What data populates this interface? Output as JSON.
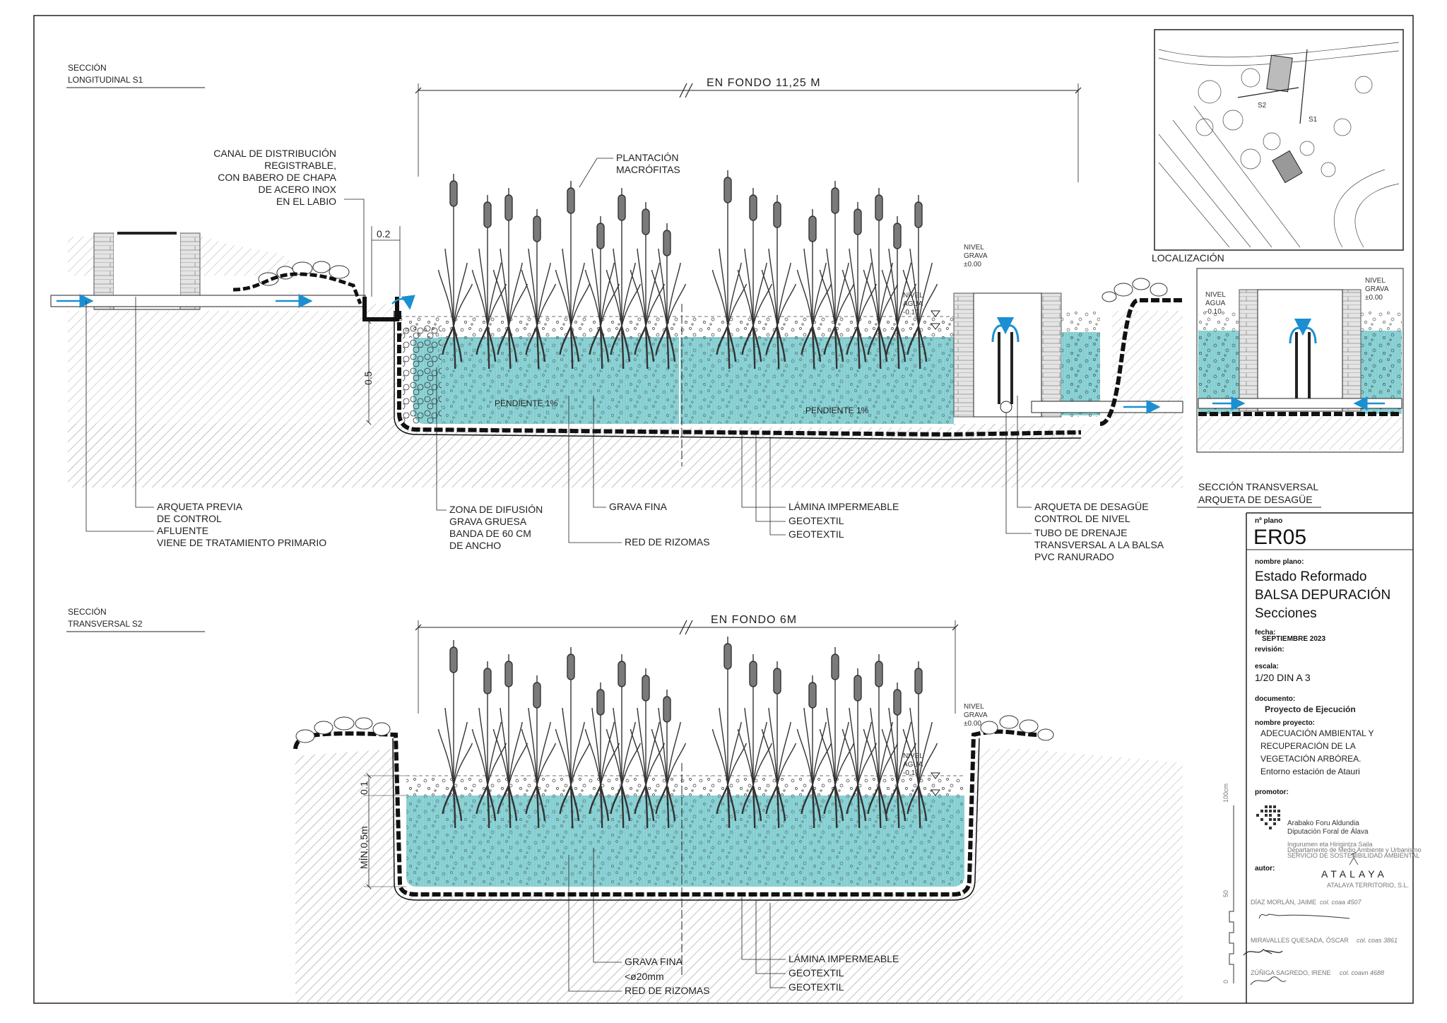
{
  "section1": {
    "title_line1": "SECCIÓN",
    "title_line2": "LONGITUDINAL S1",
    "dimension": "EN FONDO 11,25  M",
    "dim_02": "0.2",
    "dim_05": "0.5",
    "slope1": "PENDIENTE 1%",
    "slope2": "PENDIENTE 1%",
    "nivel_grava": [
      "NIVEL",
      "GRAVA",
      "±0.00"
    ],
    "nivel_agua": [
      "NIVEL",
      "AGUA",
      "-0.10"
    ],
    "labels": {
      "canal": [
        "CANAL DE DISTRIBUCIÓN",
        "REGISTRABLE,",
        "CON BABERO DE CHAPA",
        "DE ACERO INOX",
        "EN EL LABIO"
      ],
      "plantacion": [
        "PLANTACIÓN",
        "MACRÓFITAS"
      ],
      "arqueta_previa": [
        "ARQUETA PREVIA",
        "DE CONTROL"
      ],
      "afluente": [
        "AFLUENTE",
        "VIENE DE TRATAMIENTO PRIMARIO"
      ],
      "zona_difusion": [
        "ZONA DE DIFUSIÓN",
        "GRAVA GRUESA",
        "BANDA DE 60 CM",
        "DE ANCHO"
      ],
      "grava_fina": "GRAVA FINA",
      "red_rizomas": "RED DE RIZOMAS",
      "lamina": "LÁMINA IMPERMEABLE",
      "geotextil1": "GEOTEXTIL",
      "geotextil2": "GEOTEXTIL",
      "arqueta_desague": [
        "ARQUETA DE DESAGÜE",
        "CONTROL DE NIVEL"
      ],
      "tubo": [
        "TUBO DE DRENAJE",
        "TRANSVERSAL A LA BALSA",
        "PVC RANURADO"
      ]
    }
  },
  "section2": {
    "title_line1": "SECCIÓN",
    "title_line2": "TRANSVERSAL S2",
    "dimension": "EN FONDO 6M",
    "dim_01": "0.1",
    "dim_min": "MÍN.0,5m",
    "nivel_grava": [
      "NIVEL",
      "GRAVA",
      "±0.00"
    ],
    "nivel_agua": [
      "NIVEL",
      "AGUA",
      "-0.10"
    ],
    "labels": {
      "grava_fina": [
        "GRAVA FINA",
        "<ø20mm"
      ],
      "red_rizomas": "RED DE RIZOMAS",
      "lamina": "LÁMINA IMPERMEABLE",
      "geotextil1": "GEOTEXTIL",
      "geotextil2": "GEOTEXTIL"
    }
  },
  "localizacion": {
    "title": "LOCALIZACIÓN",
    "marks": [
      "S2",
      "S1"
    ]
  },
  "arqueta_section": {
    "title_line1": "SECCIÓN TRANSVERSAL",
    "title_line2": "ARQUETA DE DESAGÜE",
    "nivel_agua": [
      "NIVEL",
      "AGUA",
      "-0.10"
    ],
    "nivel_grava": [
      "NIVEL",
      "GRAVA",
      "±0.00"
    ]
  },
  "title_block": {
    "plano_label": "nº plano",
    "plano": "ER05",
    "nombre_plano_label": "nombre plano:",
    "nombre_plano": [
      "Estado Reformado",
      "BALSA DEPURACIÓN",
      "Secciones"
    ],
    "fecha_label": "fecha:",
    "fecha": "SEPTIEMBRE 2023",
    "revision_label": "revisión:",
    "escala_label": "escala:",
    "escala": "1/20  DIN A 3",
    "documento_label": "documento:",
    "documento": "Proyecto de Ejecución",
    "proyecto_label": "nombre proyecto:",
    "proyecto": [
      "ADECUACIÓN AMBIENTAL Y",
      "RECUPERACIÓN DE LA",
      "VEGETACIÓN ARBÓREA.",
      "Entorno estación de Atauri"
    ],
    "promotor_label": "promotor:",
    "promotor": [
      "Arabako Foru Aldundia",
      "Diputación Foral de Álava"
    ],
    "promotor_sub": [
      "Ingurumen eta Hirigintza Saila",
      "Departamento de Medio Ambiente y Urbanismo",
      "SERVICIO DE SOSTENIBILIDAD AMBIENTAL"
    ],
    "autor_label": "autor:",
    "autor_logo": "ATALAYA",
    "autor_sub": "ATALAYA TERRITORIO, S.L.",
    "authors": [
      {
        "name": "DÍAZ MORLÁN, JAIME",
        "col": "col. coaa 4507"
      },
      {
        "name": "MIRAVALLES QUESADA, ÓSCAR",
        "col": "col. coas 3861"
      },
      {
        "name": "ZÚÑIGA SAGREDO, IRENE",
        "col": "col. coavn 4688"
      }
    ],
    "scale_bar": [
      "100cm",
      "50",
      "0"
    ]
  },
  "colors": {
    "water": "#8ed3d6",
    "arrow": "#1b8fd1",
    "hatch": "#9a9a9a"
  }
}
